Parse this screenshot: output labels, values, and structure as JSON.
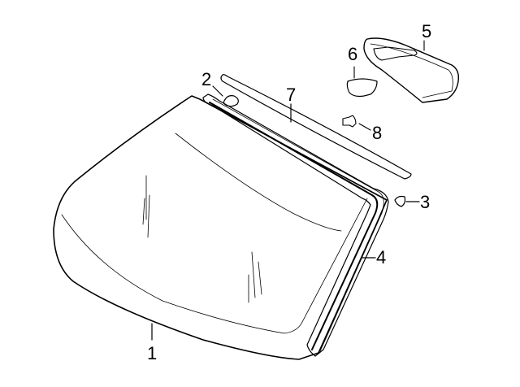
{
  "diagram": {
    "type": "exploded parts diagram",
    "subject": "Windshield assembly",
    "callouts": [
      {
        "id": "1",
        "label": "1",
        "part": "windshield-glass"
      },
      {
        "id": "2",
        "label": "2",
        "part": "clip"
      },
      {
        "id": "3",
        "label": "3",
        "part": "clip"
      },
      {
        "id": "4",
        "label": "4",
        "part": "windshield-molding"
      },
      {
        "id": "5",
        "label": "5",
        "part": "rearview-mirror"
      },
      {
        "id": "6",
        "label": "6",
        "part": "mirror-cover"
      },
      {
        "id": "7",
        "label": "7",
        "part": "upper-reveal-molding"
      },
      {
        "id": "8",
        "label": "8",
        "part": "fastener"
      }
    ],
    "colors": {
      "line": "#000000",
      "background": "#ffffff"
    }
  }
}
